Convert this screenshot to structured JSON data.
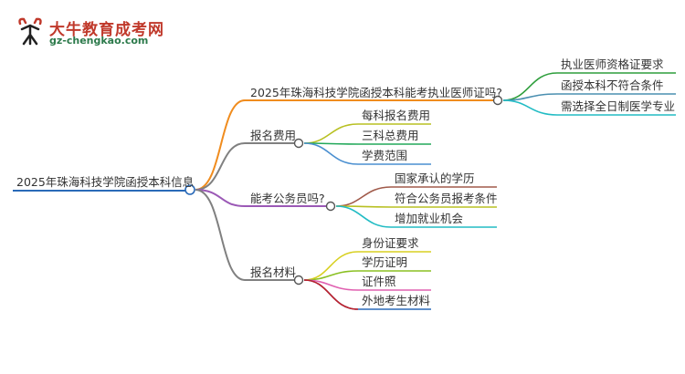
{
  "logo": {
    "title": "大牛教育成考网",
    "url": "gz-chengkao.com"
  },
  "mindmap": {
    "root": "2025年珠海科技学院函授本科信息",
    "branches": [
      {
        "label": "2025年珠海科技学院函授本科能考执业医师证吗?",
        "color": "#f08c1e",
        "children": [
          {
            "label": "执业医师资格证要求",
            "color": "#2e9e3c"
          },
          {
            "label": "函授本科不符合条件",
            "color": "#4a8fb0"
          },
          {
            "label": "需选择全日制医学专业",
            "color": "#22bcc4"
          }
        ]
      },
      {
        "label": "报名费用",
        "color": "#808080",
        "children": [
          {
            "label": "每科报名费用",
            "color": "#b8c022"
          },
          {
            "label": "三科总费用",
            "color": "#22a85a"
          },
          {
            "label": "学费范围",
            "color": "#4a8fd0"
          }
        ]
      },
      {
        "label": "能考公务员吗?",
        "color": "#9b59b6",
        "children": [
          {
            "label": "国家承认的学历",
            "color": "#a05a4a"
          },
          {
            "label": "符合公务员报考条件",
            "color": "#b8c022"
          },
          {
            "label": "增加就业机会",
            "color": "#22bcc4"
          }
        ]
      },
      {
        "label": "报名材料",
        "color": "#808080",
        "children": [
          {
            "label": "身份证要求",
            "color": "#d8d022"
          },
          {
            "label": "学历证明",
            "color": "#8ac022"
          },
          {
            "label": "证件照",
            "color": "#e060b0"
          },
          {
            "label": "外地考生材料",
            "color": "#2a6ab8"
          },
          {
            "label": "外地考生材料",
            "color": "#c0202a"
          }
        ]
      }
    ]
  },
  "colors": {
    "root_line": "#2a6ab8",
    "node_fill": "#ffffff",
    "node_stroke": "#555555"
  }
}
